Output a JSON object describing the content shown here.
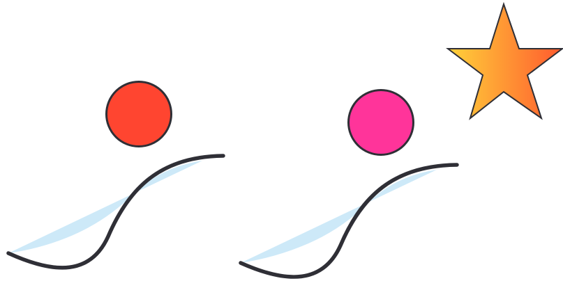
{
  "scene": {
    "background_color": "#ffffff",
    "outline_color": "#2f2f36",
    "ramp_fill_color": "#cde9f8",
    "balls": [
      {
        "name": "ball-left",
        "color": "#ff4530"
      },
      {
        "name": "ball-right",
        "color": "#ff349a"
      }
    ],
    "ramps": [
      {
        "name": "ramp-left",
        "shape": "s-curve"
      },
      {
        "name": "ramp-right",
        "shape": "s-curve"
      }
    ],
    "star": {
      "icon": "star-icon",
      "gradient_start_color": "#ffd23a",
      "gradient_end_color": "#ff5a2e"
    }
  }
}
